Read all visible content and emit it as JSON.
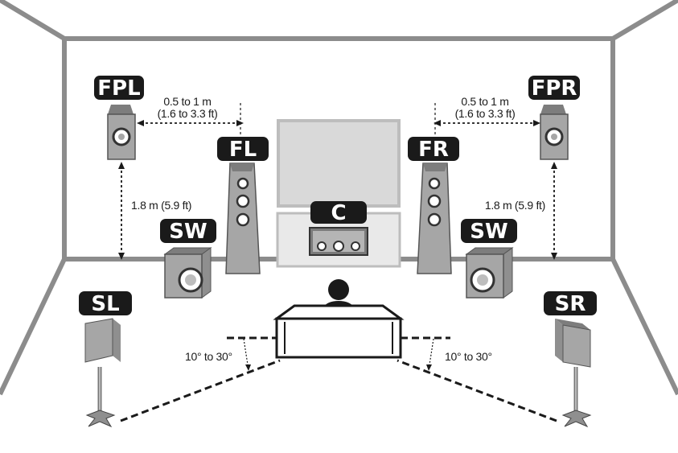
{
  "labels": {
    "fpl": "FPL",
    "fpr": "FPR",
    "fl": "FL",
    "fr": "FR",
    "c": "C",
    "sw": "SW",
    "sl": "SL",
    "sr": "SR"
  },
  "measurements": {
    "presence_distance_line1": "0.5 to 1 m",
    "presence_distance_line2": "(1.6 to 3.3 ft)",
    "presence_height": "1.8 m (5.9 ft)",
    "surround_angle": "10° to 30°"
  },
  "colors": {
    "label_bg": "#1a1a1a",
    "speaker_grey": "#a6a6a6",
    "wall_line": "#8c8c8c",
    "tv_screen": "#d9d9d9"
  }
}
